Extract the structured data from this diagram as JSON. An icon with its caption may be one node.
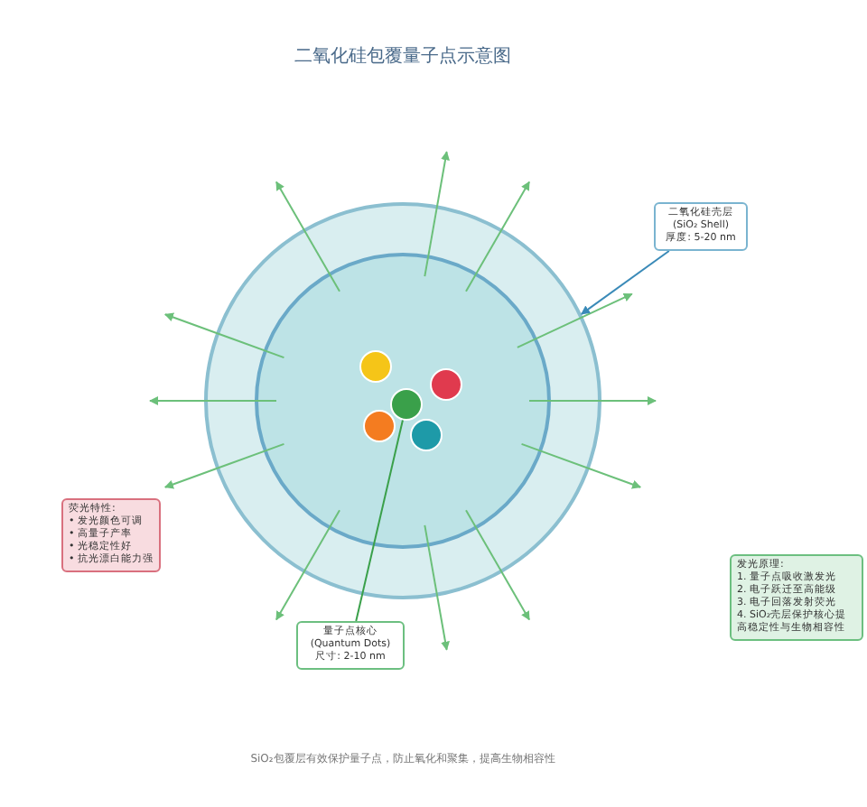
{
  "diagram": {
    "title": "二氧化硅包覆量子点示意图",
    "caption": "SiO₂包覆层有效保护量子点，防止氧化和聚集，提高生物相容性",
    "nodes": [
      {
        "text": [],
        "shape": "circle"
      },
      {
        "text": [],
        "shape": "circle",
        "in": 0
      },
      {
        "text": [],
        "shape": "circle",
        "in": 1
      },
      {
        "text": [],
        "shape": "circle",
        "in": 1
      },
      {
        "text": [],
        "shape": "circle",
        "in": 1
      },
      {
        "text": [],
        "shape": "circle",
        "in": 1
      },
      {
        "text": [],
        "shape": "circle",
        "in": 1
      },
      {
        "text": [
          "二氧化硅壳层 (SiO₂ Shell)",
          "厚度: 5-20 nm"
        ]
      },
      {
        "text": [
          "量子点核心 (Quantum Dots)",
          "尺寸: 2-10 nm"
        ]
      },
      {
        "text": [
          "荧光特性:",
          "• 发光颜色可调",
          "• 高量子产率",
          "• 光稳定性好",
          "• 抗光漂白能力强"
        ]
      },
      {
        "text": [
          "发光原理:",
          "1. 量子点吸收激发光",
          "2. 电子跃迁至高能级",
          "3. 电子回落发射荧光",
          "4. SiO₂壳层保护核心提高稳定性与生物相容性"
        ]
      }
    ],
    "edges": [
      {
        "from": 7,
        "to": 0,
        "arrow": "to",
        "color": "#3a8ab8"
      },
      {
        "from": 8,
        "to": 4,
        "arrow": "none",
        "color": "#3aa04a"
      }
    ]
  }
}
